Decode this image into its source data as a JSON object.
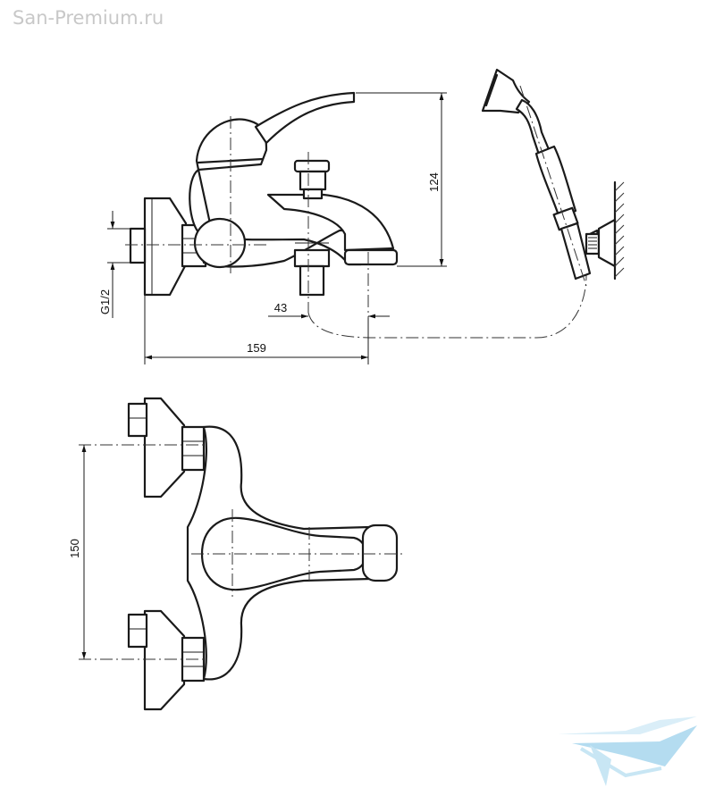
{
  "watermark": "San-Premium.ru",
  "dimensions": {
    "height": "124",
    "thread": "G1/2",
    "offset": "43",
    "width": "159",
    "spacing": "150"
  },
  "logo": {
    "name": "brand-logo",
    "colors": [
      "#a7d6ee",
      "#d4ecf7"
    ]
  }
}
